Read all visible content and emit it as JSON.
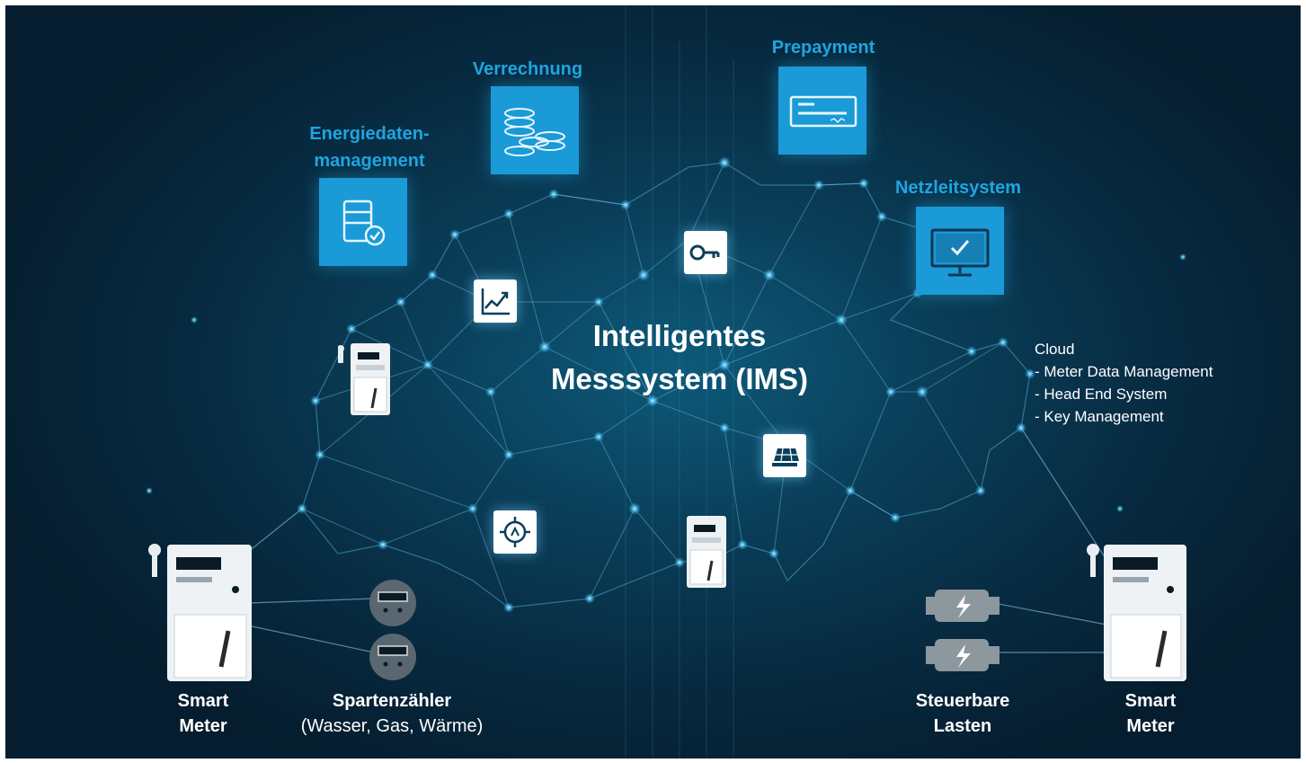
{
  "diagram": {
    "title_line1": "Intelligentes",
    "title_line2": "Messsystem (IMS)",
    "services": {
      "energiedaten_line1": "Energiedaten-",
      "energiedaten_line2": "management",
      "verrechnung": "Verrechnung",
      "prepayment": "Prepayment",
      "netzleitsystem": "Netzleitsystem"
    },
    "cloud": {
      "heading": "Cloud",
      "items": [
        "- Meter Data Management",
        "- Head End System",
        "- Key Management"
      ]
    },
    "devices": {
      "smart_meter_left_line1": "Smart",
      "smart_meter_left_line2": "Meter",
      "spartenzaehler_line1": "Spartenzähler",
      "spartenzaehler_line2": "(Wasser, Gas, Wärme)",
      "steuerbare_line1": "Steuerbare",
      "steuerbare_line2": "Lasten",
      "smart_meter_right_line1": "Smart",
      "smart_meter_right_line2": "Meter"
    },
    "colors": {
      "accent_blue": "#1ea6e0",
      "tile_blue": "#1a9ad6",
      "background_dark": "#072a40"
    },
    "icons": [
      "database-check-icon",
      "coins-icon",
      "payment-card-icon",
      "monitor-check-icon",
      "key-icon",
      "chart-trend-icon",
      "compass-gauge-icon",
      "solar-panel-icon",
      "smart-meter-icon",
      "gas-water-meter-icon",
      "controllable-load-icon"
    ]
  }
}
